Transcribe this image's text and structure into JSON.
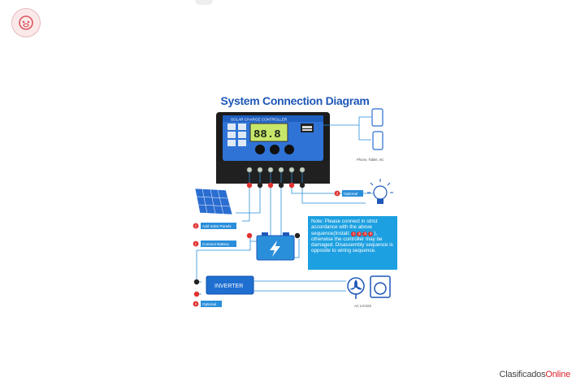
{
  "title": "System Connection Diagram",
  "controller": {
    "label": "SOLAR CHARGE CONTROLLER",
    "display": "88.8"
  },
  "devices": {
    "phone_tablet": "Phone, Tablet, etc",
    "ac_loads": "AC LOADS",
    "inverter": "INVERTER"
  },
  "steps": [
    {
      "num": "1",
      "label": "Connect Battery"
    },
    {
      "num": "2",
      "label": "Add Solar Panels"
    },
    {
      "num": "3",
      "label": "Optional"
    },
    {
      "num": "4",
      "label": "Optional"
    }
  ],
  "note": {
    "pre": "Note: Please connect in strict accordance with the above sequence(Install:",
    "seq": [
      "1",
      "2",
      "3",
      "4"
    ],
    "post": "), otherwise the controller may be damaged. Disassembly sequence is opposite to wiring sequence."
  },
  "brand": {
    "main": "Clasificados",
    "accent": "Online"
  },
  "colors": {
    "title": "#1f57b8",
    "accent_blue": "#1da0e1",
    "number_red": "#e0312f"
  }
}
